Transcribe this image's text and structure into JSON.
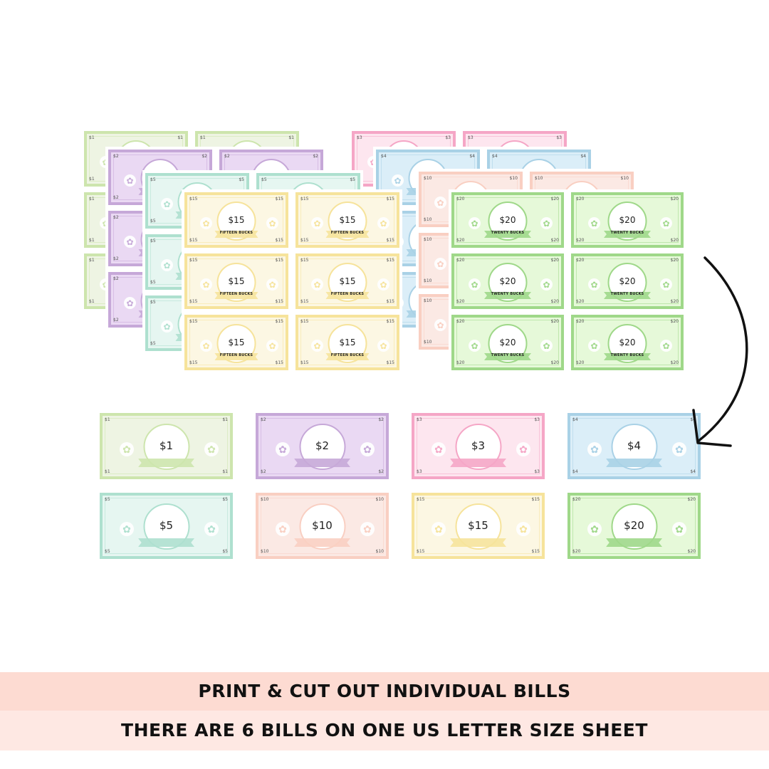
{
  "banners": {
    "line1": "PRINT & CUT OUT INDIVIDUAL BILLS",
    "line2": "THERE ARE 6 BILLS ON ONE US LETTER SIZE SHEET"
  },
  "colors": {
    "page_background": "#ffffff",
    "banner1_background": "#fddbd2",
    "banner2_background": "#fee8e3",
    "arrow": "#111111"
  },
  "denominations": [
    {
      "id": "1",
      "value": "$1",
      "corner": "$1",
      "border": "#cde5ad",
      "fill": "#eef4e3",
      "subtext": ""
    },
    {
      "id": "2",
      "value": "$2",
      "corner": "$2",
      "border": "#c6a8d8",
      "fill": "#ead9f3",
      "subtext": ""
    },
    {
      "id": "3",
      "value": "$3",
      "corner": "$3",
      "border": "#f5a6c6",
      "fill": "#fde6ef",
      "subtext": ""
    },
    {
      "id": "4",
      "value": "$4",
      "corner": "$4",
      "border": "#a9d1e6",
      "fill": "#dbeef8",
      "subtext": ""
    },
    {
      "id": "5",
      "value": "$5",
      "corner": "$5",
      "border": "#aee0cf",
      "fill": "#e6f6f1",
      "subtext": ""
    },
    {
      "id": "10",
      "value": "$10",
      "corner": "$10",
      "border": "#f9cfc2",
      "fill": "#fbe9e4",
      "subtext": ""
    },
    {
      "id": "15",
      "value": "$15",
      "corner": "$15",
      "border": "#f6e39b",
      "fill": "#fcf7e3",
      "subtext": "FIFTEEN BUCKS"
    },
    {
      "id": "20",
      "value": "$20",
      "corner": "$20",
      "border": "#9fd889",
      "fill": "#e6f9d9",
      "subtext": "TWENTY BUCKS"
    }
  ],
  "sheets_order": [
    "1",
    "2",
    "5",
    "15",
    "3",
    "4",
    "10",
    "20"
  ],
  "singles_row1": [
    "1",
    "2",
    "3",
    "4"
  ],
  "singles_row2": [
    "5",
    "10",
    "15",
    "20"
  ]
}
